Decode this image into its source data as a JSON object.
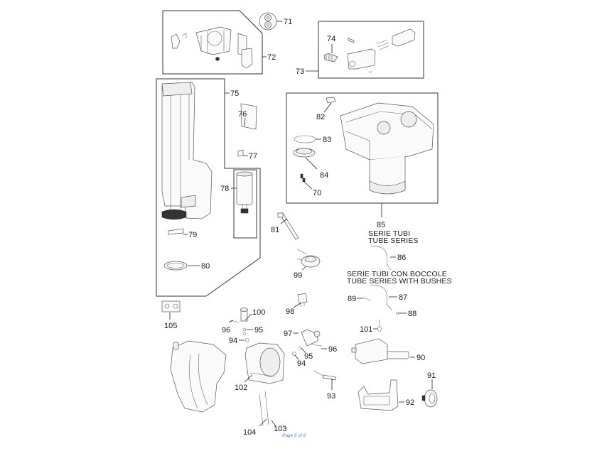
{
  "document": {
    "type": "exploded parts diagram",
    "footer": "Page 5 of 8"
  },
  "captions": {
    "tube_series_it": "SERIE TUBI",
    "tube_series_en": "TUBE SERIES",
    "tube_bushes_it": "SERIE TUBI CON BOCCOLE",
    "tube_bushes_en": "TUBE SERIES WITH BUSHES"
  },
  "parts": [
    {
      "id": "70",
      "label": "70"
    },
    {
      "id": "71",
      "label": "71"
    },
    {
      "id": "72",
      "label": "72"
    },
    {
      "id": "73",
      "label": "73"
    },
    {
      "id": "74",
      "label": "74"
    },
    {
      "id": "75",
      "label": "75"
    },
    {
      "id": "76",
      "label": "76"
    },
    {
      "id": "77",
      "label": "77"
    },
    {
      "id": "78",
      "label": "78"
    },
    {
      "id": "79",
      "label": "79"
    },
    {
      "id": "80",
      "label": "80"
    },
    {
      "id": "81",
      "label": "81"
    },
    {
      "id": "82",
      "label": "82"
    },
    {
      "id": "83",
      "label": "83"
    },
    {
      "id": "84",
      "label": "84"
    },
    {
      "id": "85",
      "label": "85"
    },
    {
      "id": "86",
      "label": "86"
    },
    {
      "id": "87",
      "label": "87"
    },
    {
      "id": "88",
      "label": "88"
    },
    {
      "id": "89",
      "label": "89"
    },
    {
      "id": "90",
      "label": "90"
    },
    {
      "id": "91",
      "label": "91"
    },
    {
      "id": "92",
      "label": "92"
    },
    {
      "id": "93",
      "label": "93"
    },
    {
      "id": "94a",
      "label": "94"
    },
    {
      "id": "94b",
      "label": "94"
    },
    {
      "id": "95a",
      "label": "95"
    },
    {
      "id": "95b",
      "label": "95"
    },
    {
      "id": "96a",
      "label": "96"
    },
    {
      "id": "96b",
      "label": "96"
    },
    {
      "id": "97",
      "label": "97"
    },
    {
      "id": "98",
      "label": "98"
    },
    {
      "id": "99",
      "label": "99"
    },
    {
      "id": "100",
      "label": "100"
    },
    {
      "id": "101",
      "label": "101"
    },
    {
      "id": "102",
      "label": "102"
    },
    {
      "id": "103",
      "label": "103"
    },
    {
      "id": "104",
      "label": "104"
    },
    {
      "id": "105",
      "label": "105"
    }
  ]
}
